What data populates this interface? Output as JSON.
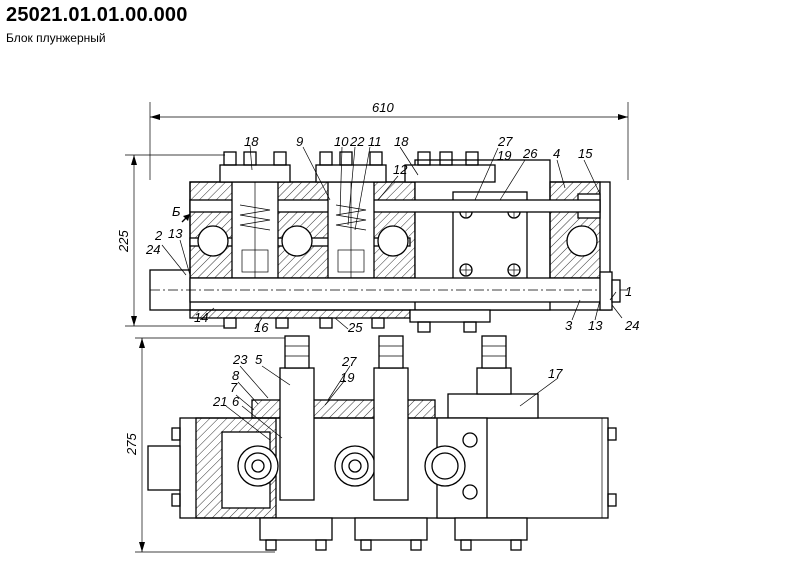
{
  "header": {
    "code": "25021.01.01.00.000",
    "name": "Блок плунжерный"
  },
  "dimensions": {
    "width": "610",
    "height_top": "225",
    "height_bottom": "275"
  },
  "section_mark": "Б",
  "top_view_labels": {
    "l18a": "18",
    "l9": "9",
    "l10": "10",
    "l22": "22",
    "l11": "11",
    "l18b": "18",
    "l12": "12",
    "l27": "27",
    "l19": "19",
    "l26": "26",
    "l4": "4",
    "l15": "15",
    "l2": "2",
    "l13a": "13",
    "l24a": "24",
    "l14": "14",
    "l16": "16",
    "l25": "25",
    "l3": "3",
    "l13b": "13",
    "l1": "1",
    "l24b": "24"
  },
  "bottom_view_labels": {
    "l23": "23",
    "l5": "5",
    "l27": "27",
    "l19": "19",
    "l8": "8",
    "l7": "7",
    "l21": "21",
    "l6": "6",
    "l17": "17"
  }
}
